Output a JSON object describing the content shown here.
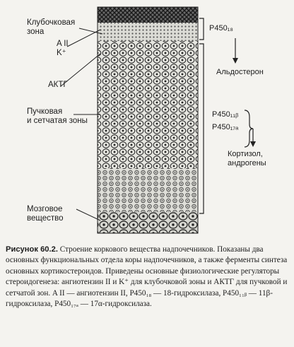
{
  "labels": {
    "zona_glomerulosa": [
      "Клубочковая",
      "зона"
    ],
    "a2_k": [
      "A II",
      "K⁺"
    ],
    "acth": "АКТГ",
    "zona_fasc_ret": [
      "Пучковая",
      "и сетчатая зоны"
    ],
    "medulla": [
      "Мозговое",
      "вещество"
    ],
    "p450_18": "P450₁₈",
    "aldosterone": "Альдостерон",
    "p450_11b": "P450₁₁ᵦ",
    "p450_17a": "P450₁₇ₐ",
    "cortisol": [
      "Кортизол,",
      "андрогены"
    ]
  },
  "caption": {
    "title": "Рисунок 60.2.",
    "text": "Строение коркового вещества надпочечников. Показаны два основных функциональных отдела коры надпочечников, а также ферменты синтеза основных кортикостероидов. Приведены основные физиологические регуляторы стероидогенеза: ангиотензин II и K⁺ для клубочковой зоны и АКТГ для пучковой и сетчатой зон. A II — ангиотензин II, P450₁₈ — 18-гидроксилаза, P450₁₁ᵦ — 11β-гидроксилаза, P450₁₇ₐ — 17α-гидроксилаза."
  }
}
